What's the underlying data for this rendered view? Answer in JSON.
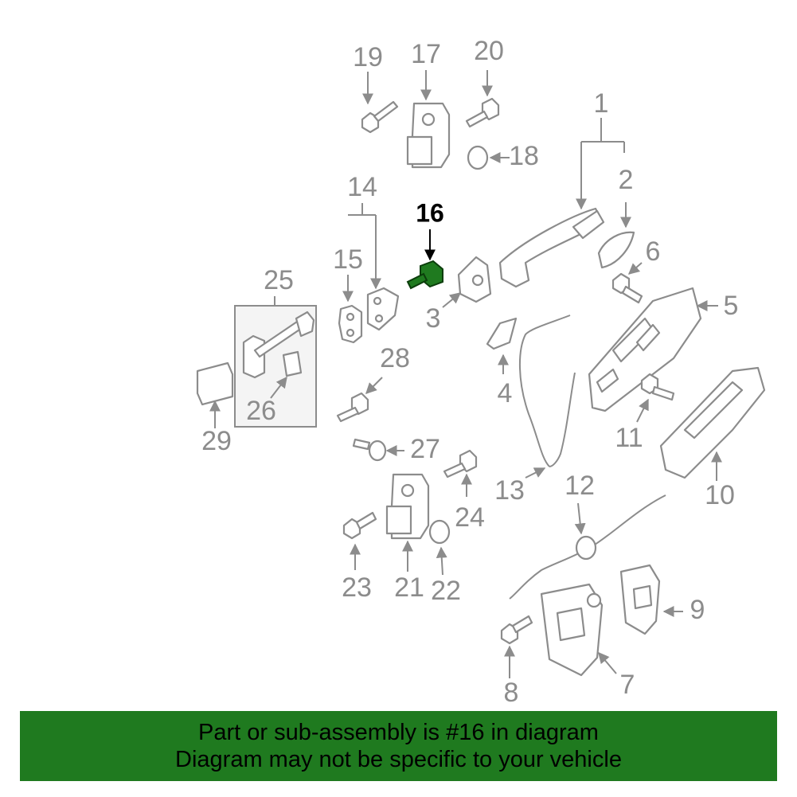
{
  "highlight_color": "#1f7a1f",
  "callouts": {
    "c1": "1",
    "c2": "2",
    "c3": "3",
    "c4": "4",
    "c5": "5",
    "c6": "6",
    "c7": "7",
    "c8": "8",
    "c9": "9",
    "c10": "10",
    "c11": "11",
    "c12": "12",
    "c13": "13",
    "c14": "14",
    "c15": "15",
    "c16": "16",
    "c17": "17",
    "c18": "18",
    "c19": "19",
    "c20": "20",
    "c21": "21",
    "c22": "22",
    "c23": "23",
    "c24": "24",
    "c25": "25",
    "c26": "26",
    "c27": "27",
    "c28": "28",
    "c29": "29"
  },
  "banner": {
    "line1": "Part or sub-assembly is #16 in diagram",
    "line2": "Diagram may not be specific to your vehicle"
  }
}
